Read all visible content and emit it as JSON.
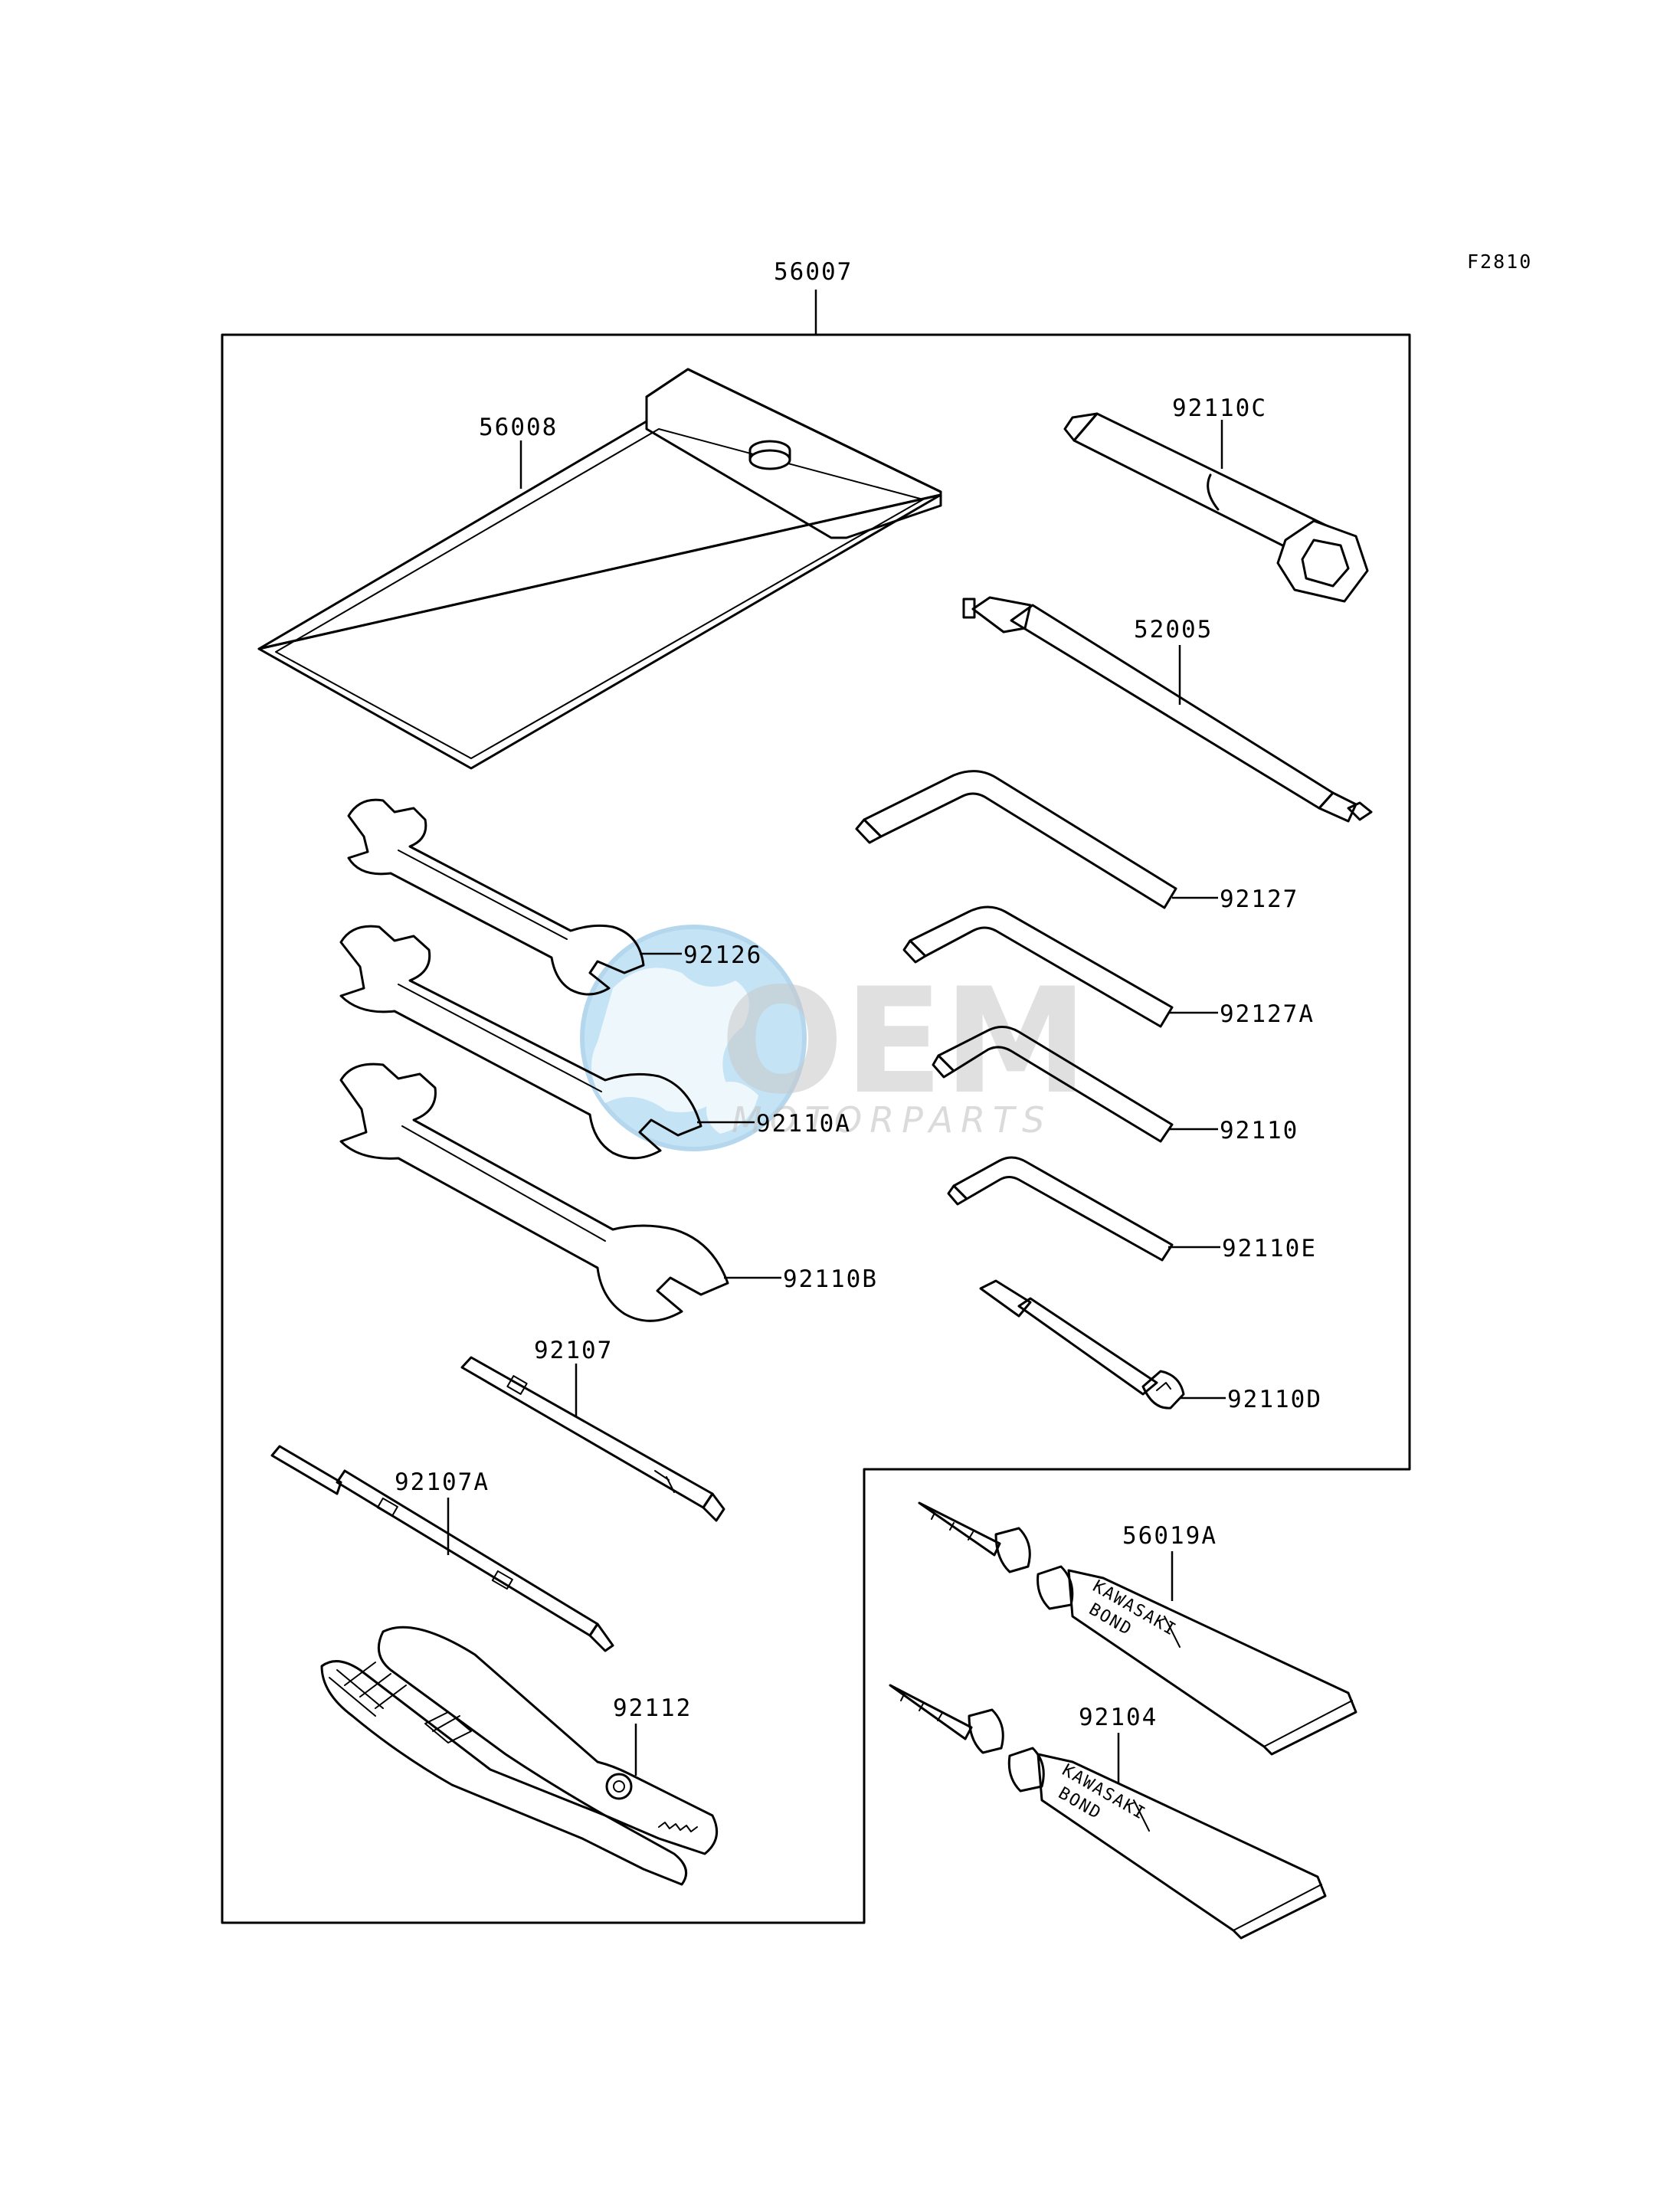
{
  "figure": {
    "code": "F2810"
  },
  "kit": {
    "number": "56007"
  },
  "parts": [
    {
      "id": "56008",
      "desc": "tool-case"
    },
    {
      "id": "92110C",
      "desc": "plug-wrench"
    },
    {
      "id": "52005",
      "desc": "extension-tool"
    },
    {
      "id": "92127",
      "desc": "hex-key"
    },
    {
      "id": "92127A",
      "desc": "hex-key"
    },
    {
      "id": "92110",
      "desc": "hex-key"
    },
    {
      "id": "92110E",
      "desc": "hex-key"
    },
    {
      "id": "92110D",
      "desc": "spoke-tool"
    },
    {
      "id": "92126",
      "desc": "open-end-wrench"
    },
    {
      "id": "92110A",
      "desc": "open-end-wrench"
    },
    {
      "id": "92110B",
      "desc": "open-end-wrench"
    },
    {
      "id": "92107",
      "desc": "screwdriver-bit"
    },
    {
      "id": "92107A",
      "desc": "screwdriver"
    },
    {
      "id": "92112",
      "desc": "pliers"
    },
    {
      "id": "56019A",
      "desc": "bond-tube"
    },
    {
      "id": "92104",
      "desc": "bond-tube"
    }
  ],
  "tube_print": {
    "brand": "KAWASAKI",
    "word": "BOND"
  },
  "watermark": {
    "logo": "OEM",
    "subtitle": "MOTORPARTS"
  },
  "colors": {
    "ink": "#000000",
    "paper": "#ffffff",
    "watermark_globe": "#4aa6e0",
    "watermark_text": "#c8c8c8"
  }
}
